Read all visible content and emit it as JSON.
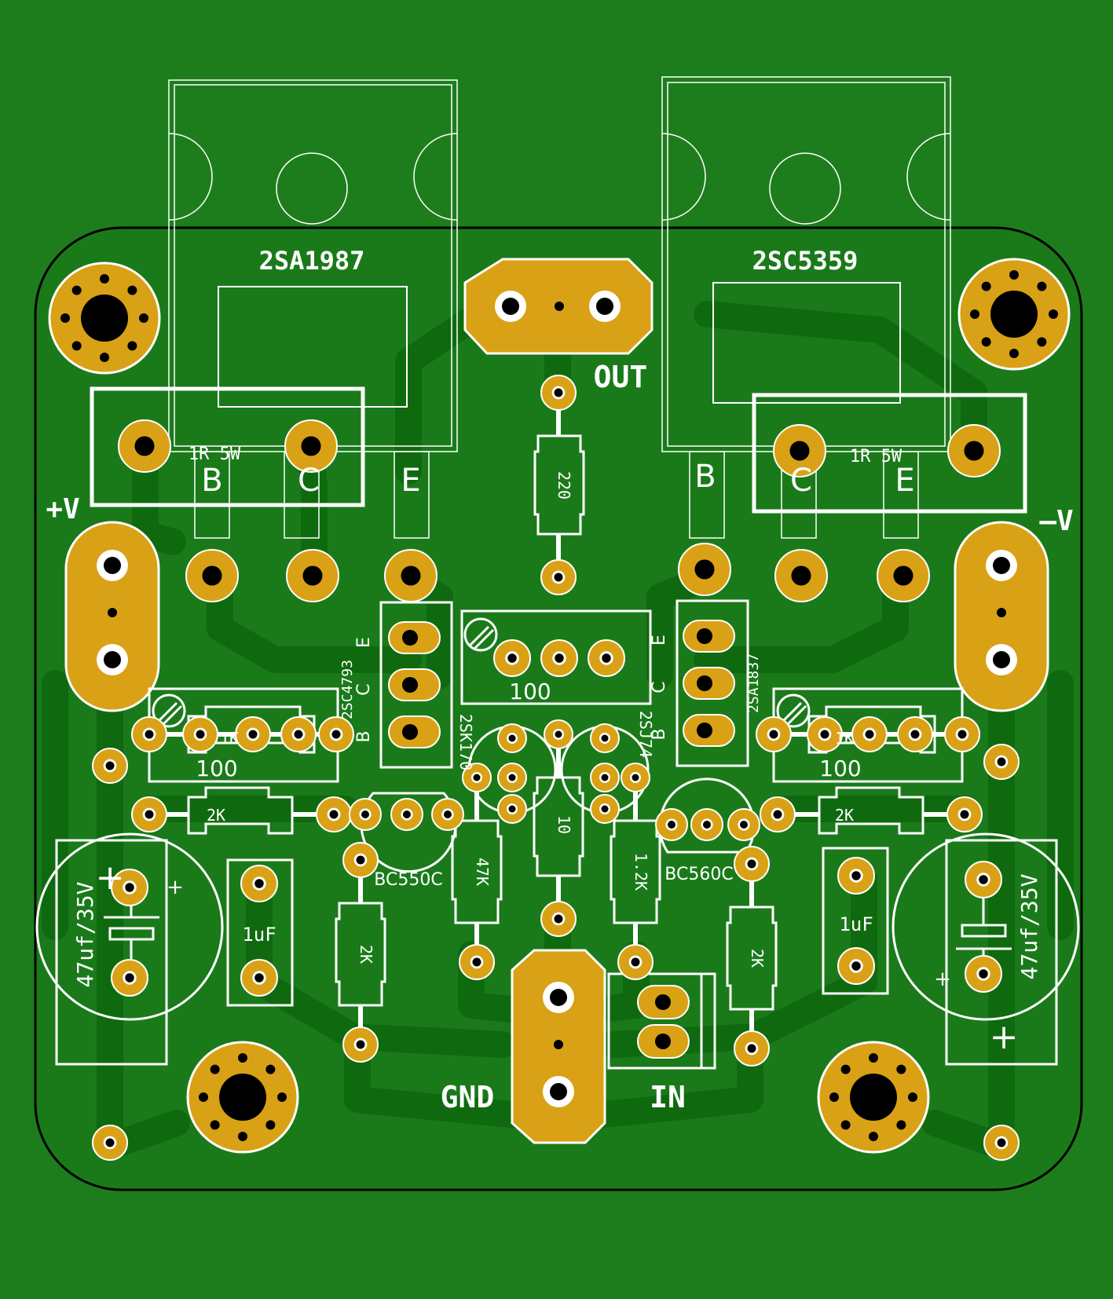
{
  "colors": {
    "background": "#1d7d1d",
    "board": "#1a7a1a",
    "trace": "#0f6a0f",
    "pad": "#d9a116",
    "silk": "#ffffff",
    "hole": "#000000",
    "outline": "#000000"
  },
  "transistors": {
    "left_power": "2SA1987",
    "right_power": "2SC5359",
    "left_driver": "2SC4793",
    "right_driver": "2SA1837",
    "left_fet": "2SK170",
    "right_fet": "2SJ74",
    "left_small": "BC550C",
    "right_small": "BC560C"
  },
  "pins": {
    "b": "B",
    "c": "C",
    "e": "E"
  },
  "resistors": {
    "emitter_left": "1R 5W",
    "emitter_right": "1R 5W",
    "feedback": "220",
    "trim_center": "100",
    "trim_left": "100",
    "trim_right": "100",
    "r1k_left": "1K",
    "r1k_right": "1K",
    "r2k_h_left": "2K",
    "r2k_h_right": "2K",
    "r2k_v_left": "2K",
    "r2k_v_right": "2K",
    "r47k": "47K",
    "r10": "10",
    "r1_2k": "1.2K"
  },
  "capacitors": {
    "elec_left": "47uf/35V",
    "elec_right": "47uf/35V",
    "film_left": "1uF",
    "film_right": "1uF",
    "plus": "+"
  },
  "connectors": {
    "out": "OUT",
    "in": "IN",
    "gnd": "GND",
    "vpos": "+V",
    "vneg": "–V"
  }
}
